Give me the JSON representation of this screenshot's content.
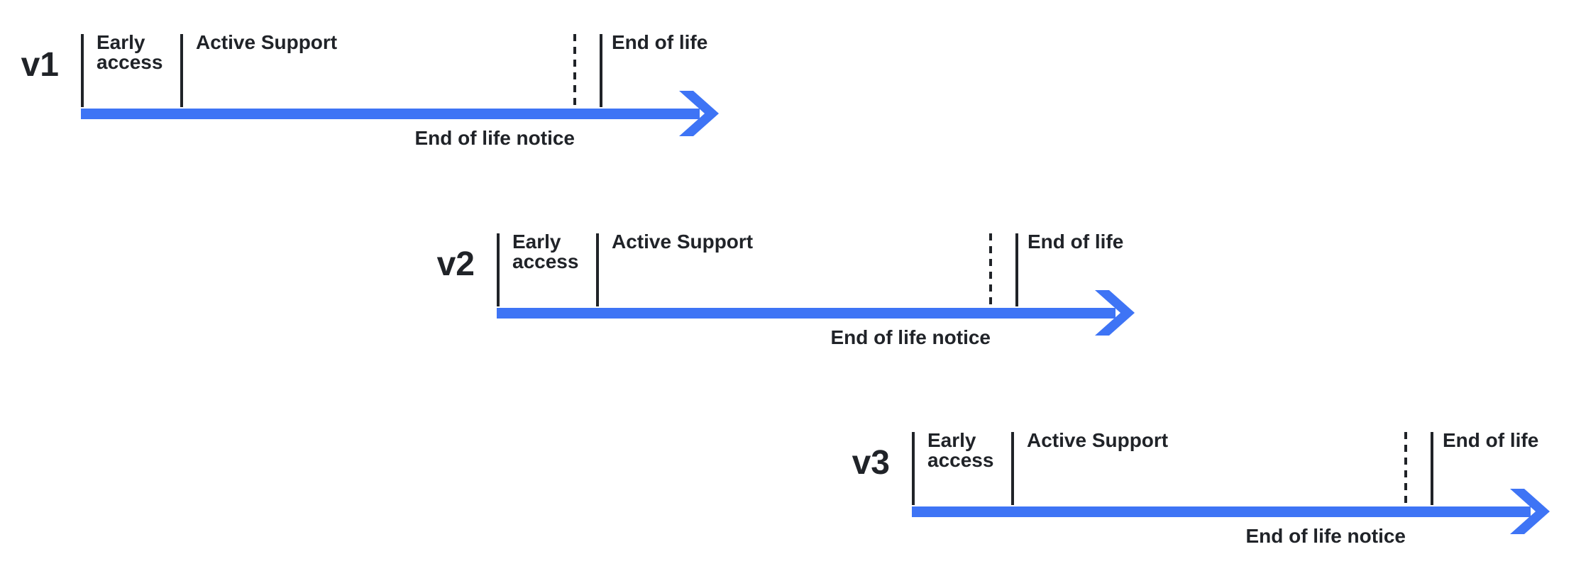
{
  "colors": {
    "arrow_blue": "#3e74f5",
    "ink": "#202328",
    "background": "#ffffff"
  },
  "timelines": [
    {
      "version": "v1",
      "early_access_line1": "Early",
      "early_access_line2": "access",
      "active_support": "Active Support",
      "end_of_life": "End of life",
      "end_of_life_notice": "End of life notice"
    },
    {
      "version": "v2",
      "early_access_line1": "Early",
      "early_access_line2": "access",
      "active_support": "Active Support",
      "end_of_life": "End of life",
      "end_of_life_notice": "End of life notice"
    },
    {
      "version": "v3",
      "early_access_line1": "Early",
      "early_access_line2": "access",
      "active_support": "Active Support",
      "end_of_life": "End of life",
      "end_of_life_notice": "End of life notice"
    }
  ]
}
